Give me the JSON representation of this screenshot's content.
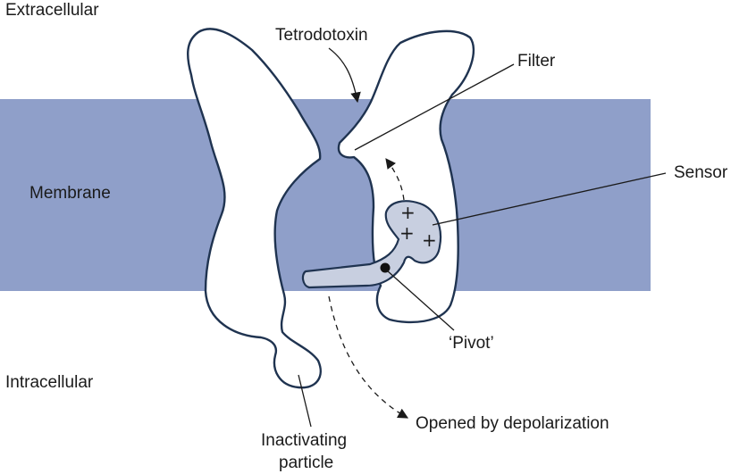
{
  "labels": {
    "extracellular": "Extracellular",
    "membrane": "Membrane",
    "intracellular": "Intracellular",
    "tetrodotoxin": "Tetrodotoxin",
    "filter": "Filter",
    "sensor": "Sensor",
    "pivot": "‘Pivot’",
    "opened": "Opened by depolarization",
    "inactivating_line1": "Inactivating",
    "inactivating_line2": "particle"
  },
  "charges": [
    "+",
    "+",
    "+"
  ],
  "colors": {
    "membrane": "#8f9fc9",
    "outline": "#1f3350",
    "gate_fill": "#c8cfe0"
  }
}
